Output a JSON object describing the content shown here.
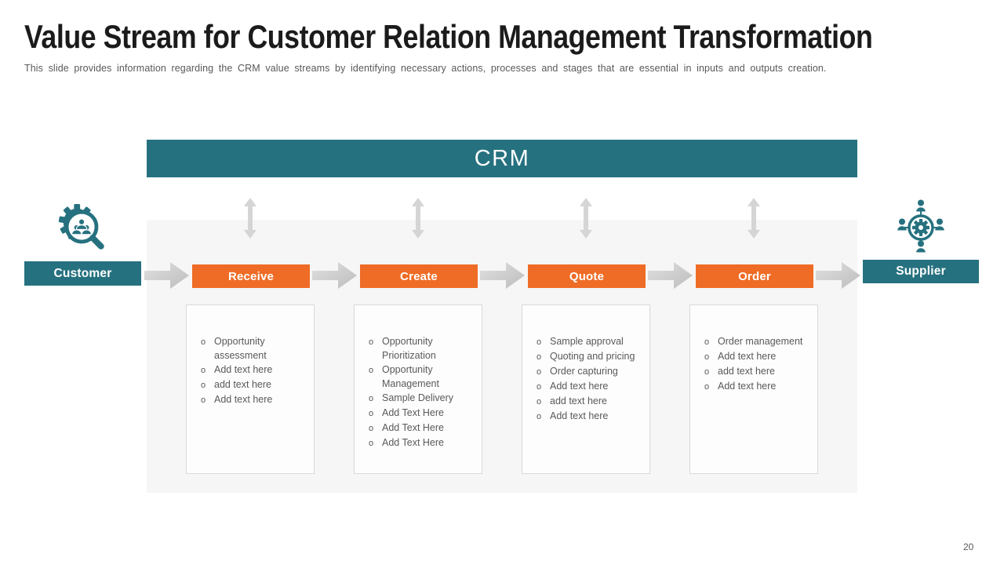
{
  "title": "Value Stream for Customer Relation Management Transformation",
  "subtitle": "This slide provides information regarding the CRM value streams by identifying necessary actions, processes and stages that are essential in inputs and outputs creation.",
  "page_number": "20",
  "banner": {
    "label": "CRM"
  },
  "entities": {
    "customer": {
      "label": "Customer",
      "icon": "customer-search-gear-icon"
    },
    "supplier": {
      "label": "Supplier",
      "icon": "supplier-network-gear-icon"
    }
  },
  "stages": [
    {
      "label": "Receive",
      "items": [
        "Opportunity assessment",
        "Add text here",
        "add text here",
        "Add text here"
      ]
    },
    {
      "label": "Create",
      "items": [
        "Opportunity Prioritization",
        "Opportunity Management",
        "Sample Delivery",
        "Add Text Here",
        "Add Text Here",
        "Add Text Here"
      ]
    },
    {
      "label": "Quote",
      "items": [
        "Sample approval",
        "Quoting and pricing",
        "Order capturing",
        "Add text here",
        "add text here",
        "Add text here"
      ]
    },
    {
      "label": "Order",
      "items": [
        "Order management",
        "Add text here",
        "add text here",
        "Add text here"
      ]
    }
  ],
  "colors": {
    "teal": "#26717F",
    "orange": "#EF6C26",
    "panel": "#F6F6F6",
    "arrow": "#CFCFCF",
    "text": "#595959"
  }
}
